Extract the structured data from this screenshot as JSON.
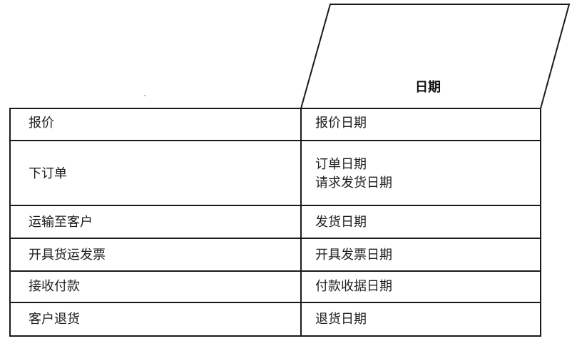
{
  "header": {
    "date_column_title": "日期"
  },
  "rows": [
    {
      "event": "报价",
      "dates": [
        "报价日期"
      ]
    },
    {
      "event": "下订单",
      "dates": [
        "订单日期",
        "请求发货日期"
      ]
    },
    {
      "event": "运输至客户",
      "dates": [
        "发货日期"
      ]
    },
    {
      "event": "开具货运发票",
      "dates": [
        "开具发票日期"
      ]
    },
    {
      "event": "接收付款",
      "dates": [
        "付款收据日期"
      ]
    },
    {
      "event": "客户退货",
      "dates": [
        "退货日期"
      ]
    }
  ],
  "colors": {
    "line": "#1a1a1a",
    "background": "#ffffff",
    "text": "#1e1e1e"
  }
}
